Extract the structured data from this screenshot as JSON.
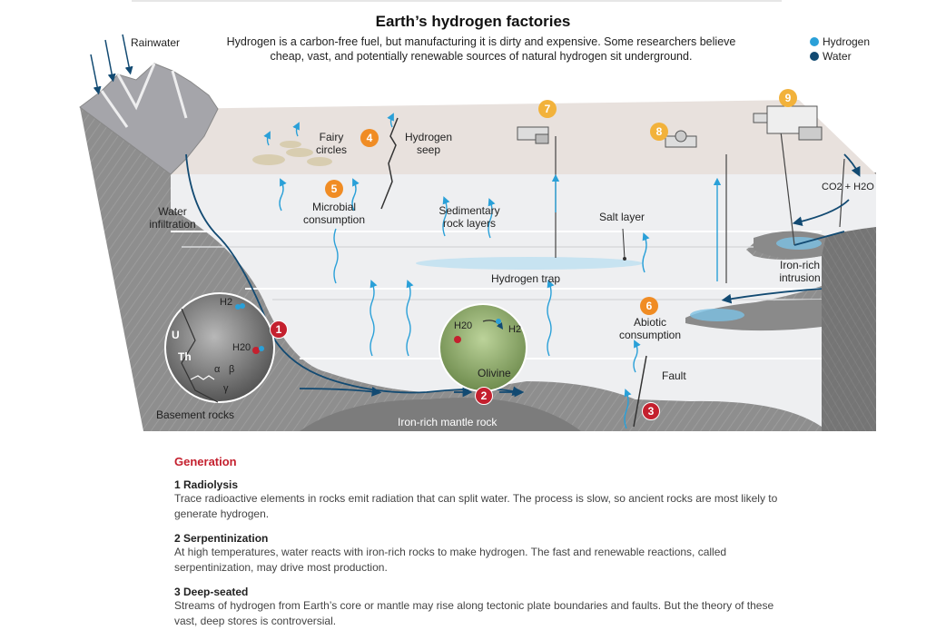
{
  "header": {
    "title": "Earth’s hydrogen factories",
    "subtitle": "Hydrogen is a carbon-free fuel, but manufacturing it is dirty and expensive. Some researchers believe cheap, vast, and potentially renewable sources of natural hydrogen sit underground."
  },
  "legend": [
    {
      "label": "Hydrogen",
      "color": "#2aa0d8"
    },
    {
      "label": "Water",
      "color": "#124a72"
    }
  ],
  "diagram": {
    "labels": {
      "rainwater": "Rainwater",
      "water_infiltration": "Water infiltration",
      "fairy_circles": "Fairy circles",
      "hydrogen_seep": "Hydrogen seep",
      "microbial_consumption": "Microbial consumption",
      "sedimentary_rock": "Sedimentary rock layers",
      "salt_layer": "Salt layer",
      "hydrogen_trap": "Hydrogen trap",
      "abiotic_consumption": "Abiotic consumption",
      "fault": "Fault",
      "iron_rich_intrusion": "Iron-rich intrusion",
      "co2_h2o": "CO2 + H2O",
      "basement_rocks": "Basement rocks",
      "mantle_rock": "Iron-rich mantle rock",
      "olivine": "Olivine",
      "u": "U",
      "th": "Th",
      "alpha": "α",
      "beta": "β",
      "gamma": "γ",
      "h2_a": "H2",
      "h2o_a": "H20",
      "h2o_b": "H20",
      "h2_b": "H2"
    },
    "badges": [
      "1",
      "2",
      "3",
      "4",
      "5",
      "6",
      "7",
      "8",
      "9"
    ]
  },
  "generation": {
    "heading": "Generation",
    "items": [
      {
        "title": "1 Radiolysis",
        "text": "Trace radioactive elements in rocks emit radiation that can split water. The process is slow, so ancient rocks are most likely to generate hydrogen."
      },
      {
        "title": "2 Serpentinization",
        "text": "At high temperatures, water reacts with iron-rich rocks to make hydrogen. The fast and renewable reactions, called serpentinization, may drive most production."
      },
      {
        "title": "3 Deep-seated",
        "text": "Streams of hydrogen from Earth’s core or mantle may rise along tectonic plate boundaries and faults. But the theory of these vast, deep stores is controversial."
      }
    ]
  }
}
